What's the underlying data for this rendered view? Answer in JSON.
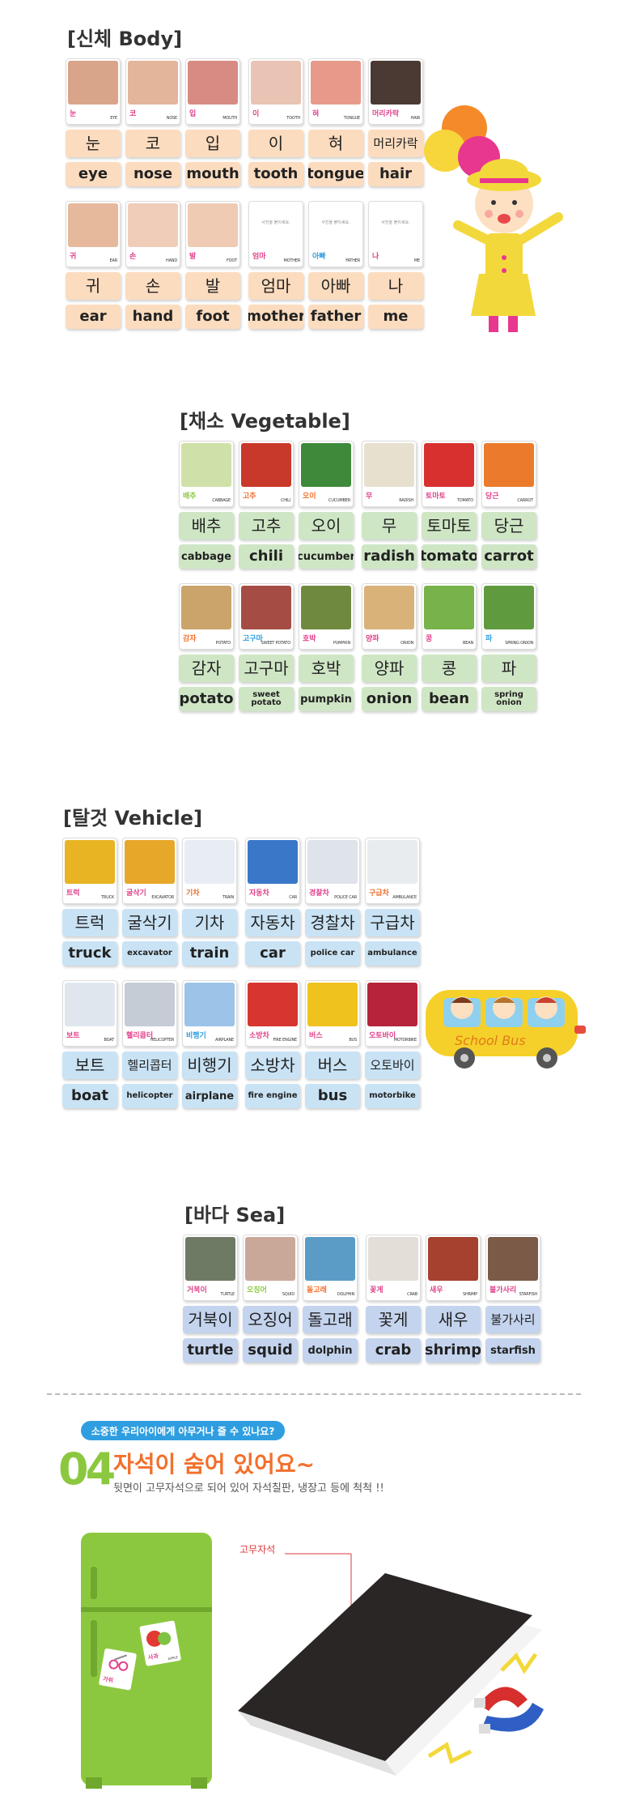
{
  "colors": {
    "body_tile": "#fcdcbf",
    "vegetable_tile": "#cfe6c5",
    "vehicle_tile": "#c9e3f5",
    "sea_tile": "#c4d4ee",
    "accent_green": "#8cc83f",
    "accent_orange": "#f36f2b",
    "accent_blue": "#2f9ee0"
  },
  "body": {
    "title": "[신체 Body]",
    "row1": [
      {
        "ko": "눈",
        "en": "eye",
        "cap": "EYE",
        "color": "#e0408a",
        "img": "#d9a58a"
      },
      {
        "ko": "코",
        "en": "nose",
        "cap": "NOSE",
        "color": "#e0408a",
        "img": "#e3b59b"
      },
      {
        "ko": "입",
        "en": "mouth",
        "cap": "MOUTH",
        "color": "#e0408a",
        "img": "#d78b82"
      },
      {
        "ko": "이",
        "en": "tooth",
        "cap": "TOOTH",
        "color": "#e0408a",
        "img": "#e9c3b3"
      },
      {
        "ko": "혀",
        "en": "tongue",
        "cap": "TONGUE",
        "color": "#e0408a",
        "img": "#e79a8a"
      },
      {
        "ko": "머리카락",
        "en": "hair",
        "cap": "HAIR",
        "color": "#e0408a",
        "img": "#4a3a33"
      }
    ],
    "row2": [
      {
        "ko": "귀",
        "en": "ear",
        "cap": "EAR",
        "color": "#e0408a",
        "img": "#e6b99d"
      },
      {
        "ko": "손",
        "en": "hand",
        "cap": "HAND",
        "color": "#e0408a",
        "img": "#efcdb8"
      },
      {
        "ko": "발",
        "en": "foot",
        "cap": "FOOT",
        "color": "#e0408a",
        "img": "#efcbb4"
      },
      {
        "ko": "엄마",
        "en": "mother",
        "cap": "MOTHER",
        "color": "#e0408a",
        "img": "",
        "note": "사진을 붙이세요."
      },
      {
        "ko": "아빠",
        "en": "father",
        "cap": "FATHER",
        "color": "#2f9ee0",
        "img": "",
        "note": "사진을 붙이세요."
      },
      {
        "ko": "나",
        "en": "me",
        "cap": "ME",
        "color": "#e0408a",
        "img": "",
        "note": "사진을 붙이세요."
      }
    ]
  },
  "vegetable": {
    "title": "[채소 Vegetable]",
    "row1": [
      {
        "ko": "배추",
        "en": "cabbage",
        "cap": "CABBAGE",
        "color": "#8cc83f",
        "img": "#cfe1a8"
      },
      {
        "ko": "고추",
        "en": "chili",
        "cap": "CHILI",
        "color": "#f36f2b",
        "img": "#c9392b"
      },
      {
        "ko": "오이",
        "en": "cucumber",
        "cap": "CUCUMBER",
        "color": "#f36f2b",
        "img": "#3f8a3a"
      },
      {
        "ko": "무",
        "en": "radish",
        "cap": "RADISH",
        "color": "#e0408a",
        "img": "#e7e0cf"
      },
      {
        "ko": "토마토",
        "en": "tomato",
        "cap": "TOMATO",
        "color": "#e0408a",
        "img": "#d8302f"
      },
      {
        "ko": "당근",
        "en": "carrot",
        "cap": "CARROT",
        "color": "#e0408a",
        "img": "#ec7a2c"
      }
    ],
    "row2": [
      {
        "ko": "감자",
        "en": "potato",
        "cap": "POTATO",
        "color": "#f36f2b",
        "img": "#caa46a"
      },
      {
        "ko": "고구마",
        "en": "sweet potato",
        "cap": "SWEET POTATO",
        "color": "#2f9ee0",
        "img": "#a54d44"
      },
      {
        "ko": "호박",
        "en": "pumpkin",
        "cap": "PUMPKIN",
        "color": "#e0408a",
        "img": "#6f8a3e"
      },
      {
        "ko": "양파",
        "en": "onion",
        "cap": "ONION",
        "color": "#e0408a",
        "img": "#d9b27a"
      },
      {
        "ko": "콩",
        "en": "bean",
        "cap": "BEAN",
        "color": "#e0408a",
        "img": "#78b24a"
      },
      {
        "ko": "파",
        "en": "spring onion",
        "cap": "SPRING ONION",
        "color": "#2f9ee0",
        "img": "#5f9a3e"
      }
    ]
  },
  "vehicle": {
    "title": "[탈것 Vehicle]",
    "row1": [
      {
        "ko": "트럭",
        "en": "truck",
        "cap": "TRUCK",
        "color": "#e0408a",
        "img": "#e8b423"
      },
      {
        "ko": "굴삭기",
        "en": "excavator",
        "cap": "EXCAVATOR",
        "color": "#e0408a",
        "img": "#e7a82a"
      },
      {
        "ko": "기차",
        "en": "train",
        "cap": "TRAIN",
        "color": "#f36f2b",
        "img": "#e8edf3"
      },
      {
        "ko": "자동차",
        "en": "car",
        "cap": "CAR",
        "color": "#e0408a",
        "img": "#3b77c9"
      },
      {
        "ko": "경찰차",
        "en": "police car",
        "cap": "POLICE CAR",
        "color": "#e0408a",
        "img": "#dfe3ea"
      },
      {
        "ko": "구급차",
        "en": "ambulance",
        "cap": "AMBULANCE",
        "color": "#f36f2b",
        "img": "#e9ecef"
      }
    ],
    "row2": [
      {
        "ko": "보트",
        "en": "boat",
        "cap": "BOAT",
        "color": "#e0408a",
        "img": "#dfe6ee"
      },
      {
        "ko": "헬리콥터",
        "en": "helicopter",
        "cap": "HELICOPTER",
        "color": "#e0408a",
        "img": "#c5ccd6"
      },
      {
        "ko": "비행기",
        "en": "airplane",
        "cap": "AIRPLANE",
        "color": "#2f9ee0",
        "img": "#9cc3e8"
      },
      {
        "ko": "소방차",
        "en": "fire engine",
        "cap": "FIRE ENGINE",
        "color": "#e0408a",
        "img": "#d6362f"
      },
      {
        "ko": "버스",
        "en": "bus",
        "cap": "BUS",
        "color": "#e0408a",
        "img": "#f0c21d"
      },
      {
        "ko": "오토바이",
        "en": "motorbike",
        "cap": "MOTORBIKE",
        "color": "#e0408a",
        "img": "#b7233a"
      }
    ]
  },
  "sea": {
    "title": "[바다 Sea]",
    "row1": [
      {
        "ko": "거북이",
        "en": "turtle",
        "cap": "TURTLE",
        "color": "#e0408a",
        "img": "#6f7a64"
      },
      {
        "ko": "오징어",
        "en": "squid",
        "cap": "SQUID",
        "color": "#8cc83f",
        "img": "#c9a89a"
      },
      {
        "ko": "돌고래",
        "en": "dolphin",
        "cap": "DOLPHIN",
        "color": "#f36f2b",
        "img": "#5b9cc6"
      },
      {
        "ko": "꽃게",
        "en": "crab",
        "cap": "CRAB",
        "color": "#e0408a",
        "img": "#e3dfd8"
      },
      {
        "ko": "새우",
        "en": "shrimp",
        "cap": "SHRIMP",
        "color": "#e0408a",
        "img": "#a6402f"
      },
      {
        "ko": "불가사리",
        "en": "starfish",
        "cap": "STARFISH",
        "color": "#e0408a",
        "img": "#7b5a48"
      }
    ]
  },
  "feature": {
    "question": "소중한 우리아이에게 아무거나 줄 수 있나요?",
    "number": "04",
    "headline": "자석이 숨어 있어요~",
    "subline": "뒷면이 고무자석으로 되어 있어 자석칠판, 냉장고 등에 척척 !!",
    "rubber_magnet_label": "고무자석",
    "magnet_card_1": {
      "ko": "사과",
      "cap": "APPLE"
    },
    "magnet_card_2": {
      "ko": "가위",
      "cap": ""
    }
  },
  "illustrations": {
    "bus_sign": "School Bus"
  }
}
